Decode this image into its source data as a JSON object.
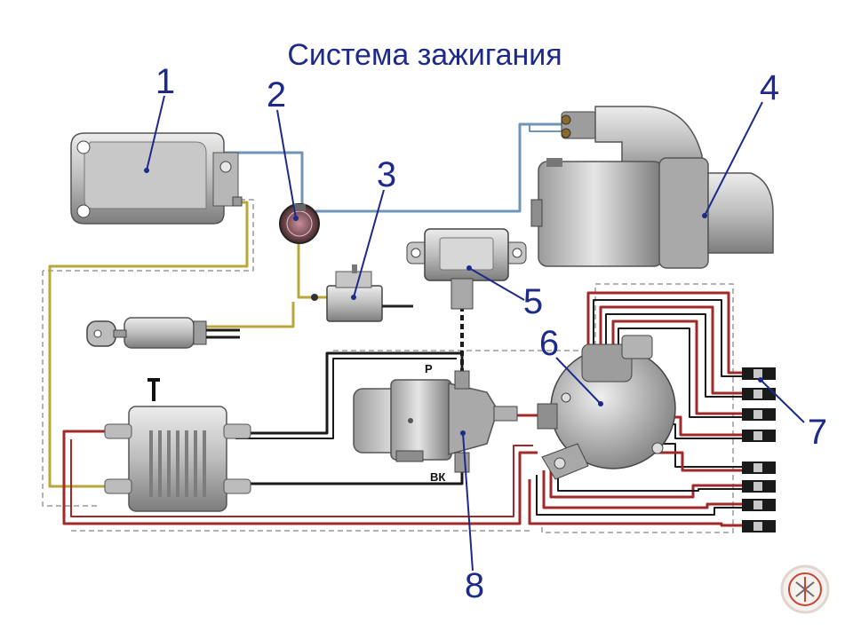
{
  "title": "Система зажигания",
  "callouts": [
    "1",
    "2",
    "3",
    "4",
    "5",
    "6",
    "7",
    "8"
  ],
  "terminal_labels": {
    "p": "Р",
    "vk": "ВК"
  },
  "colors": {
    "title": "#1e2a8a",
    "callout": "#1e2a8a",
    "wire_blue": "#6f95b8",
    "wire_yellow": "#b9a73c",
    "wire_red": "#a02a2a",
    "wire_black": "#1a1a1a",
    "metal_light": "#d2d2d2",
    "metal_dark": "#8a8a8a"
  },
  "icons": [
    "ignition-key-icon",
    "watermark-logo-icon"
  ]
}
